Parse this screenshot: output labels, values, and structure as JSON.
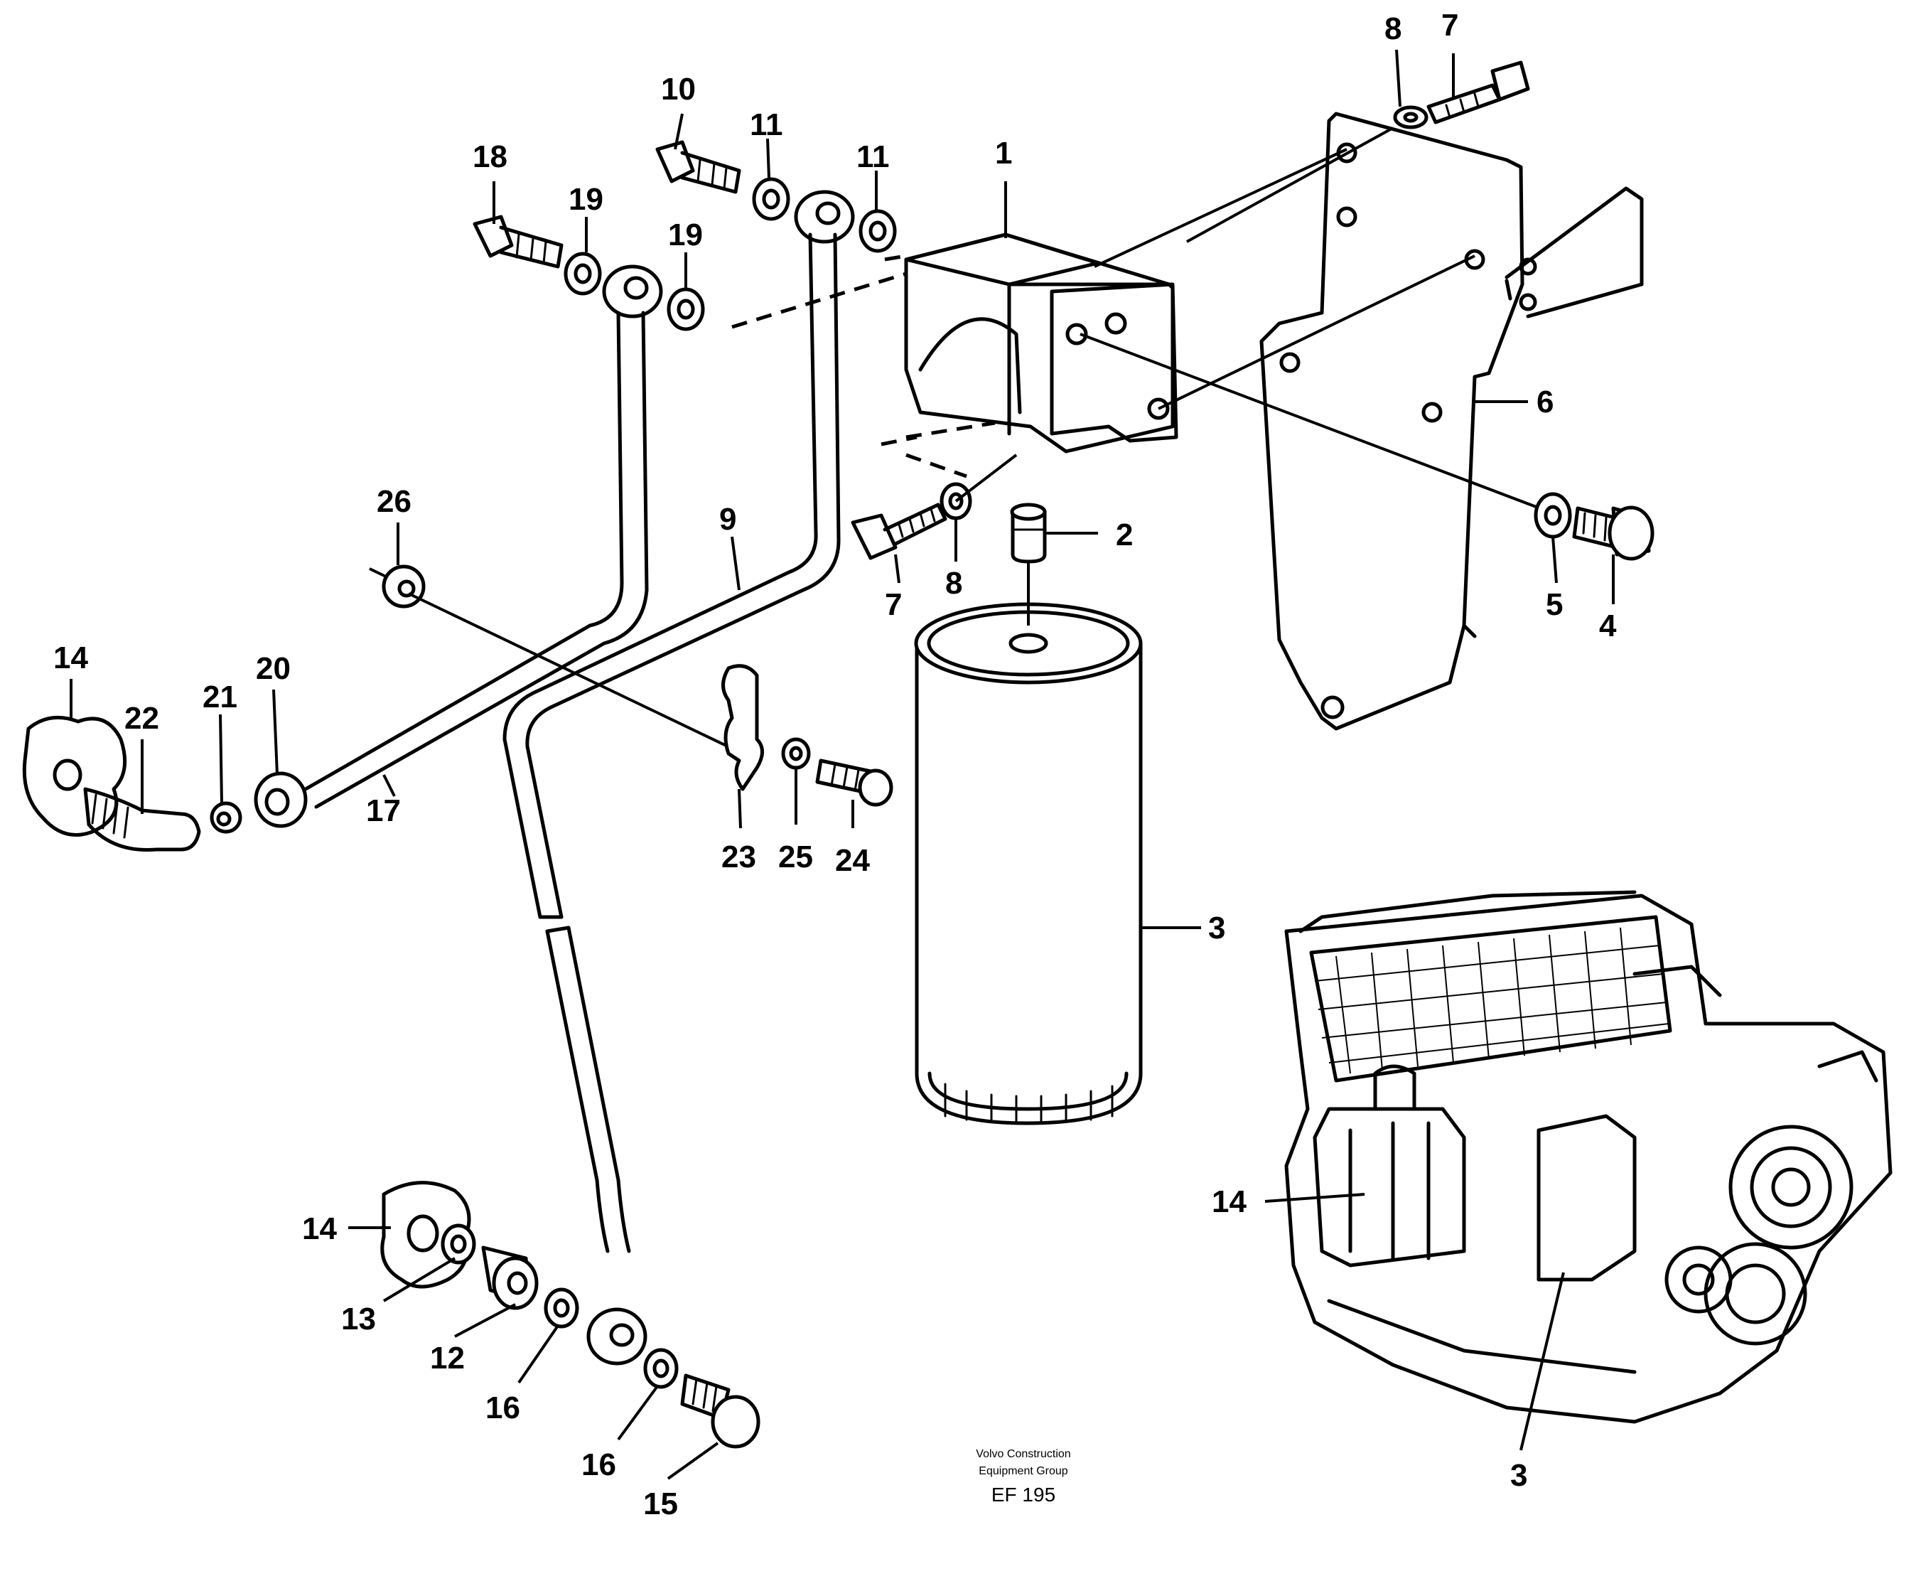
{
  "callouts": {
    "c1": "1",
    "c2": "2",
    "c3_filter": "3",
    "c3_engine": "3",
    "c4": "4",
    "c5": "5",
    "c6": "6",
    "c7_top": "7",
    "c7_bolt": "7",
    "c8_top": "8",
    "c8_washer": "8",
    "c9": "9",
    "c10": "10",
    "c11_left": "11",
    "c11_right": "11",
    "c12": "12",
    "c13": "13",
    "c14_left": "14",
    "c14_bottom": "14",
    "c14_engine": "14",
    "c15": "15",
    "c16_a": "16",
    "c16_b": "16",
    "c17": "17",
    "c18": "18",
    "c19_a": "19",
    "c19_b": "19",
    "c20": "20",
    "c21": "21",
    "c22": "22",
    "c23": "23",
    "c24": "24",
    "c25": "25",
    "c26": "26"
  },
  "footer": {
    "company_line1": "Volvo Construction",
    "company_line2": "Equipment Group",
    "figure_code": "EF 195"
  }
}
